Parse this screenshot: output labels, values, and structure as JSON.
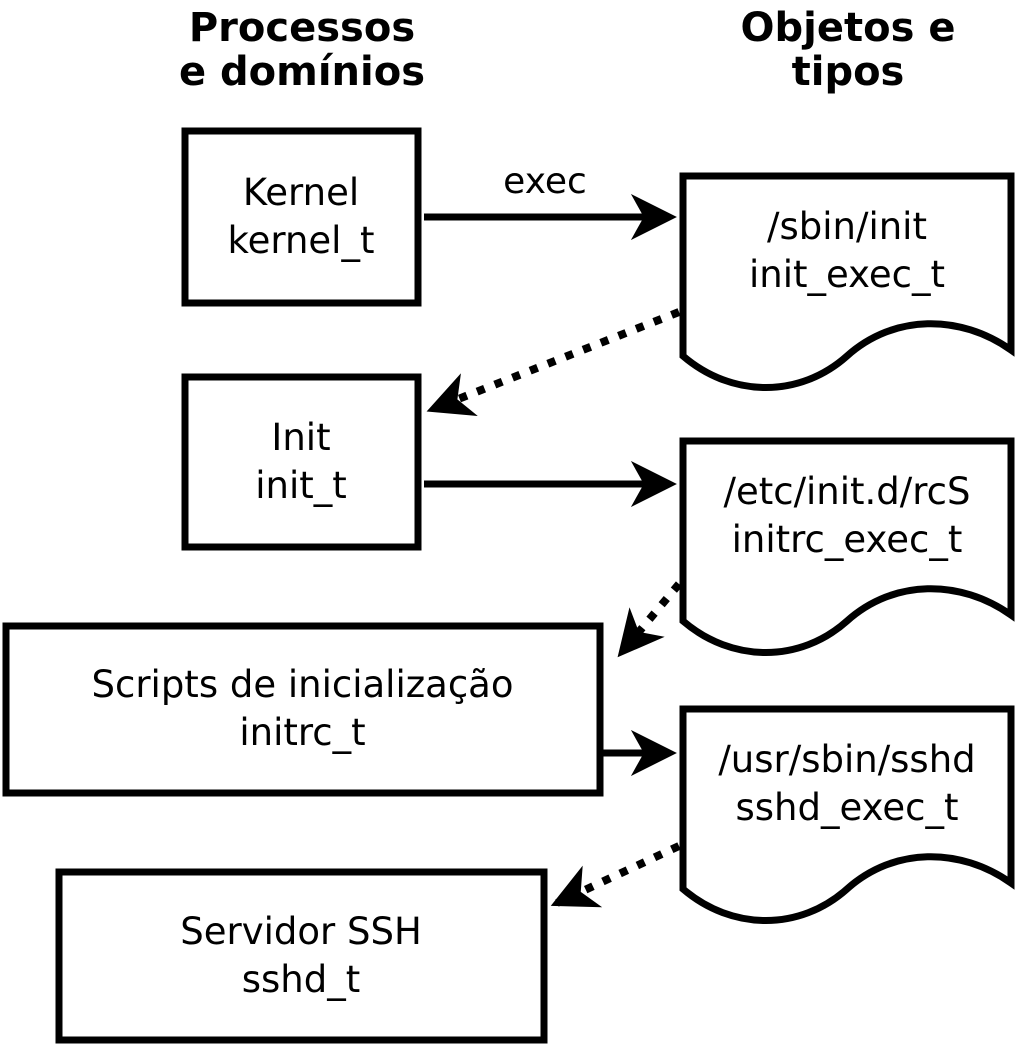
{
  "diagram": {
    "left_column_header": {
      "line1": "Processos",
      "line2": "e domínios"
    },
    "right_column_header": {
      "line1": "Objetos e",
      "line2": "tipos"
    },
    "processes": [
      {
        "name": "Kernel",
        "domain": "kernel_t"
      },
      {
        "name": "Init",
        "domain": "init_t"
      },
      {
        "name": "Scripts de inicialização",
        "domain": "initrc_t"
      },
      {
        "name": "Servidor SSH",
        "domain": "sshd_t"
      }
    ],
    "objects": [
      {
        "path": "/sbin/init",
        "type": "init_exec_t"
      },
      {
        "path": "/etc/init.d/rcS",
        "type": "initrc_exec_t"
      },
      {
        "path": "/usr/sbin/sshd",
        "type": "sshd_exec_t"
      }
    ],
    "edges": [
      {
        "from": "Kernel",
        "to": "/sbin/init",
        "label": "exec",
        "style": "solid"
      },
      {
        "from": "/sbin/init",
        "to": "Init",
        "label": "",
        "style": "dotted"
      },
      {
        "from": "Init",
        "to": "/etc/init.d/rcS",
        "label": "",
        "style": "solid"
      },
      {
        "from": "/etc/init.d/rcS",
        "to": "Scripts de inicialização",
        "label": "",
        "style": "dotted"
      },
      {
        "from": "Scripts de inicialização",
        "to": "/usr/sbin/sshd",
        "label": "",
        "style": "solid"
      },
      {
        "from": "/usr/sbin/sshd",
        "to": "Servidor SSH",
        "label": "",
        "style": "dotted"
      }
    ],
    "colors": {
      "foreground": "#000000",
      "background": "#ffffff"
    }
  }
}
